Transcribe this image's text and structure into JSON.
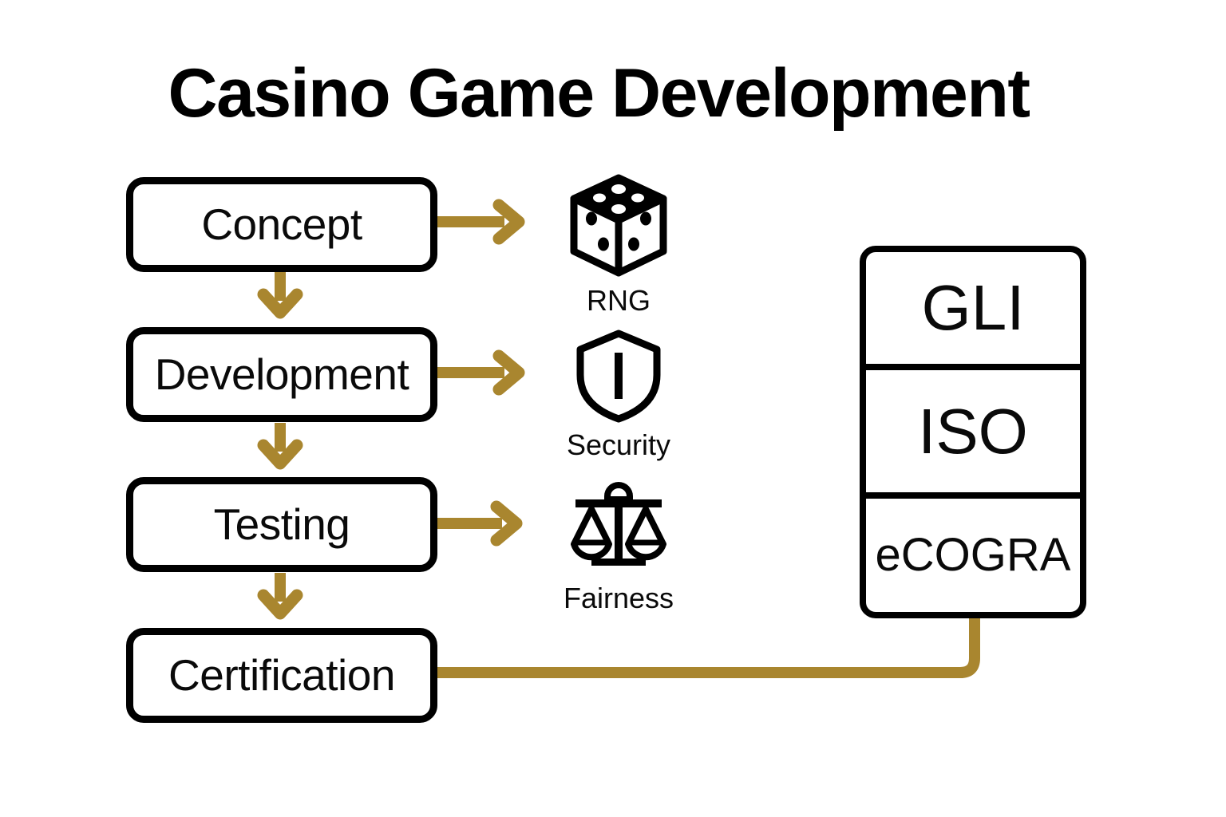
{
  "page": {
    "title": "Casino Game Development",
    "background_color": "#ffffff"
  },
  "colors": {
    "accent_gold": "#a9862f",
    "stroke_black": "#000000",
    "text_black": "#0a0a0a"
  },
  "flow": {
    "stages": [
      {
        "label": "Concept"
      },
      {
        "label": "Development"
      },
      {
        "label": "Testing"
      },
      {
        "label": "Certification"
      }
    ]
  },
  "icons": [
    {
      "name": "dice-icon",
      "caption": "RNG"
    },
    {
      "name": "shield-icon",
      "caption": "Security"
    },
    {
      "name": "scales-icon",
      "caption": "Fairness"
    }
  ],
  "certifications": {
    "items": [
      {
        "label": "GLI"
      },
      {
        "label": "ISO"
      },
      {
        "label": "eCOGRA"
      }
    ]
  },
  "connectors": {
    "vertical_arrows": [
      {
        "from": "Concept",
        "to": "Development"
      },
      {
        "from": "Development",
        "to": "Testing"
      },
      {
        "from": "Testing",
        "to": "Certification"
      }
    ],
    "horizontal_arrows": [
      {
        "from": "Concept",
        "to": "RNG"
      },
      {
        "from": "Development",
        "to": "Security"
      },
      {
        "from": "Testing",
        "to": "Fairness"
      }
    ],
    "elbow": {
      "from": "Certification",
      "to": "certification-panel"
    }
  }
}
